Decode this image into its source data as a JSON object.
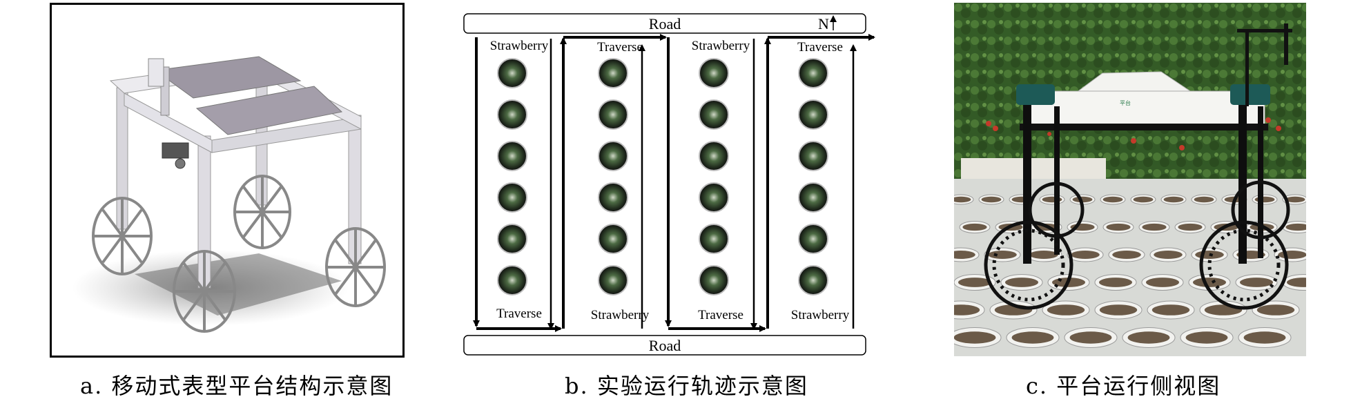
{
  "panel_b": {
    "road_top": "Road",
    "road_bottom": "Road",
    "north": "N",
    "lanes": [
      {
        "top": "Strawberry",
        "bottom": "Traverse"
      },
      {
        "top": "Traverse",
        "bottom": "Strawberry"
      },
      {
        "top": "Strawberry",
        "bottom": "Traverse"
      },
      {
        "top": "Traverse",
        "bottom": "Strawberry"
      }
    ]
  },
  "captions": {
    "a": "a. 移动式表型平台结构示意图",
    "b": "b. 实验运行轨迹示意图",
    "c": "c. 平台运行侧视图"
  },
  "panel_c": {
    "logo_text": "平台"
  }
}
